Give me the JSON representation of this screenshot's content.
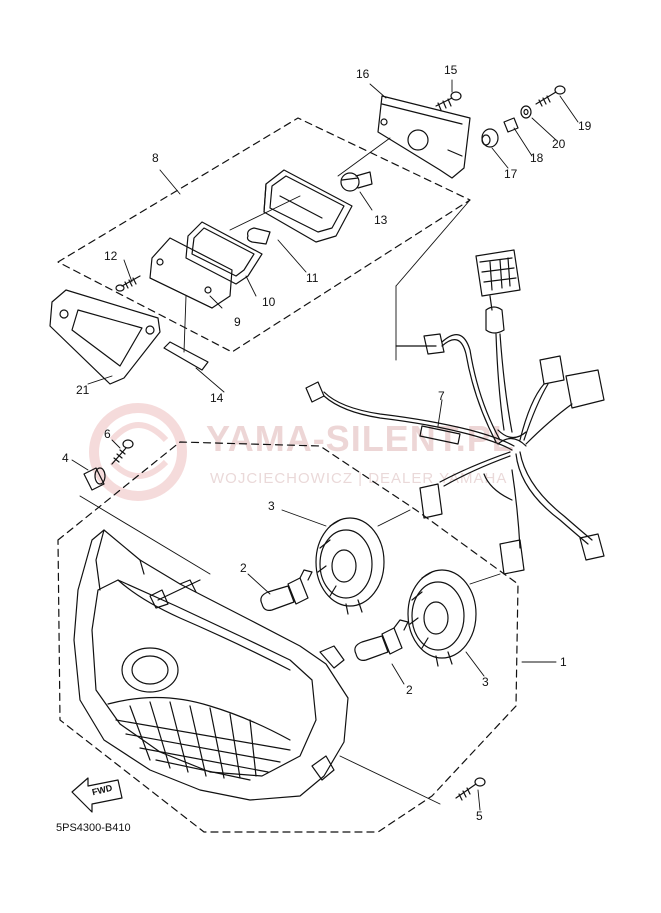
{
  "diagram": {
    "drawing_code": "5PS4300-B410",
    "forward_marker": "FWD",
    "watermark": {
      "title": "YAMA-SILENT.PL",
      "subtitle": "WOJCIECHOWICZ | DEALER YAMAHA"
    },
    "callouts": [
      {
        "id": "c1",
        "text": "1"
      },
      {
        "id": "c2a",
        "text": "2"
      },
      {
        "id": "c2b",
        "text": "2"
      },
      {
        "id": "c3a",
        "text": "3"
      },
      {
        "id": "c3b",
        "text": "3"
      },
      {
        "id": "c4",
        "text": "4"
      },
      {
        "id": "c5",
        "text": "5"
      },
      {
        "id": "c6",
        "text": "6"
      },
      {
        "id": "c7",
        "text": "7"
      },
      {
        "id": "c8",
        "text": "8"
      },
      {
        "id": "c9",
        "text": "9"
      },
      {
        "id": "c10",
        "text": "10"
      },
      {
        "id": "c11",
        "text": "11"
      },
      {
        "id": "c12",
        "text": "12"
      },
      {
        "id": "c13",
        "text": "13"
      },
      {
        "id": "c14",
        "text": "14"
      },
      {
        "id": "c15",
        "text": "15"
      },
      {
        "id": "c16",
        "text": "16"
      },
      {
        "id": "c17",
        "text": "17"
      },
      {
        "id": "c18",
        "text": "18"
      },
      {
        "id": "c19",
        "text": "19"
      },
      {
        "id": "c20",
        "text": "20"
      },
      {
        "id": "c21",
        "text": "21"
      }
    ]
  }
}
